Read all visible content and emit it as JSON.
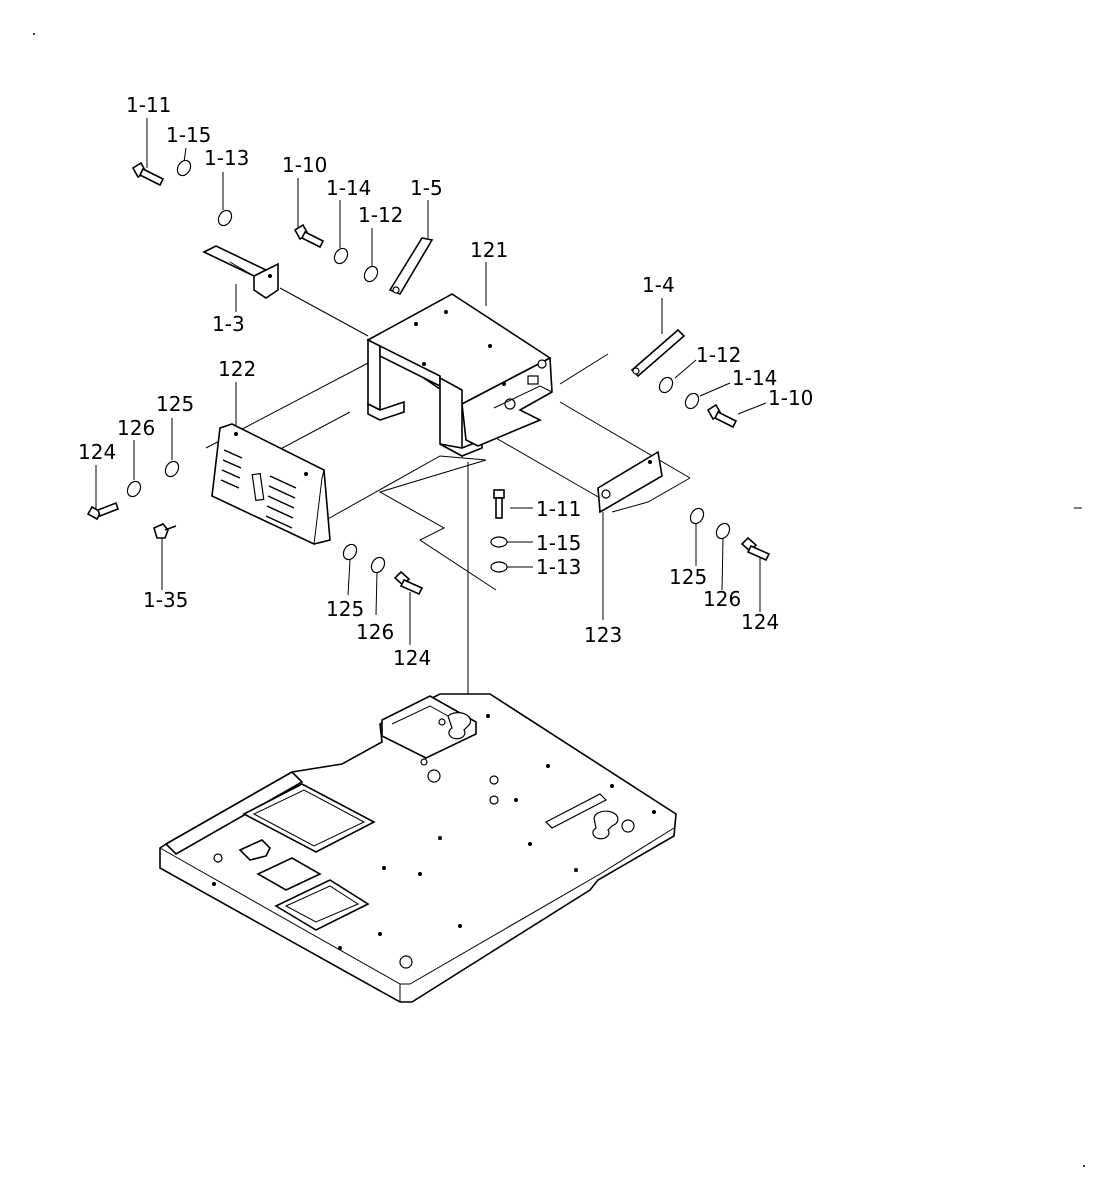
{
  "colors": {
    "ink": "#000000",
    "paper": "#ffffff"
  },
  "labels": [
    {
      "id": "l1",
      "text": "1-11"
    },
    {
      "id": "l2",
      "text": "1-15"
    },
    {
      "id": "l3",
      "text": "1-13"
    },
    {
      "id": "l4",
      "text": "1-10"
    },
    {
      "id": "l5",
      "text": "1-14"
    },
    {
      "id": "l6",
      "text": "1-12"
    },
    {
      "id": "l7",
      "text": "1-5"
    },
    {
      "id": "l8",
      "text": "121"
    },
    {
      "id": "l9",
      "text": "1-3"
    },
    {
      "id": "l10",
      "text": "1-4"
    },
    {
      "id": "l11",
      "text": "1-12"
    },
    {
      "id": "l12",
      "text": "1-14"
    },
    {
      "id": "l13",
      "text": "1-10"
    },
    {
      "id": "l14",
      "text": "122"
    },
    {
      "id": "l15",
      "text": "125"
    },
    {
      "id": "l16",
      "text": "126"
    },
    {
      "id": "l17",
      "text": "124"
    },
    {
      "id": "l18",
      "text": "1-11"
    },
    {
      "id": "l19",
      "text": "1-15"
    },
    {
      "id": "l20",
      "text": "1-13"
    },
    {
      "id": "l21",
      "text": "1-35"
    },
    {
      "id": "l22",
      "text": "125"
    },
    {
      "id": "l23",
      "text": "126"
    },
    {
      "id": "l24",
      "text": "124"
    },
    {
      "id": "l25",
      "text": "125"
    },
    {
      "id": "l26",
      "text": "126"
    },
    {
      "id": "l27",
      "text": "124"
    },
    {
      "id": "l28",
      "text": "123"
    }
  ]
}
